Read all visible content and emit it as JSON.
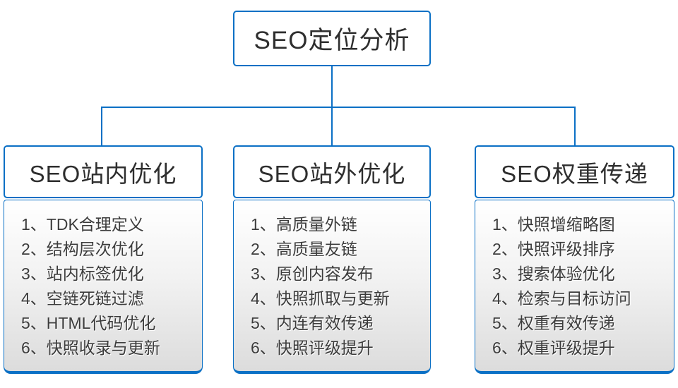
{
  "diagram": {
    "root": {
      "label": "SEO定位分析"
    },
    "branches": [
      {
        "header": "SEO站内优化",
        "items": [
          "1、TDK合理定义",
          "2、结构层次优化",
          "3、站内标签优化",
          "4、空链死链过滤",
          "5、HTML代码优化",
          "6、快照收录与更新"
        ]
      },
      {
        "header": "SEO站外优化",
        "items": [
          "1、高质量外链",
          "2、高质量友链",
          "3、原创内容发布",
          "4、快照抓取与更新",
          "5、内连有效传递",
          "6、快照评级提升"
        ]
      },
      {
        "header": "SEO权重传递",
        "items": [
          "1、快照增缩略图",
          "2、快照评级排序",
          "3、搜索体验优化",
          "4、检索与目标访问",
          "5、权重有效传递",
          "6、权重评级提升"
        ]
      }
    ]
  },
  "colors": {
    "accent": "#0b70c5",
    "text_dark": "#2e2e2e",
    "list_text": "#3c3c3c",
    "list_gradient_top": "#ffffff",
    "list_gradient_bottom": "#dcdcdc"
  }
}
